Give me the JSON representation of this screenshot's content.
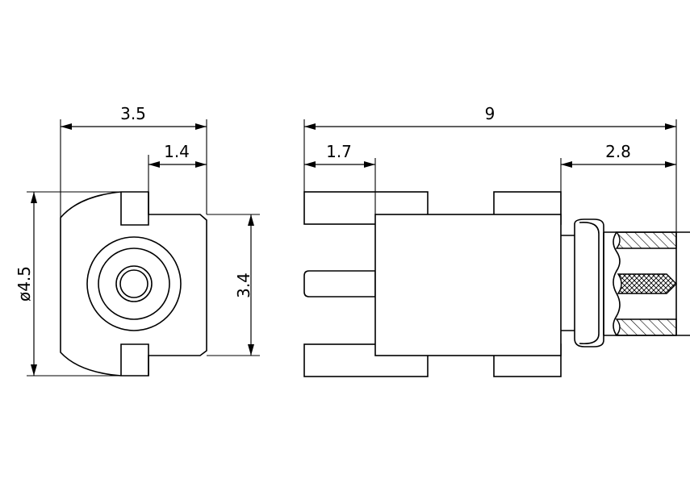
{
  "dimensions": {
    "front_width": "3.5",
    "front_flat": "1.4",
    "front_height": "3.4",
    "front_diameter": "ø4.5",
    "side_length": "9",
    "side_leg": "1.7",
    "side_plug": "2.8"
  },
  "colors": {
    "line": "#000000",
    "background": "#ffffff"
  }
}
